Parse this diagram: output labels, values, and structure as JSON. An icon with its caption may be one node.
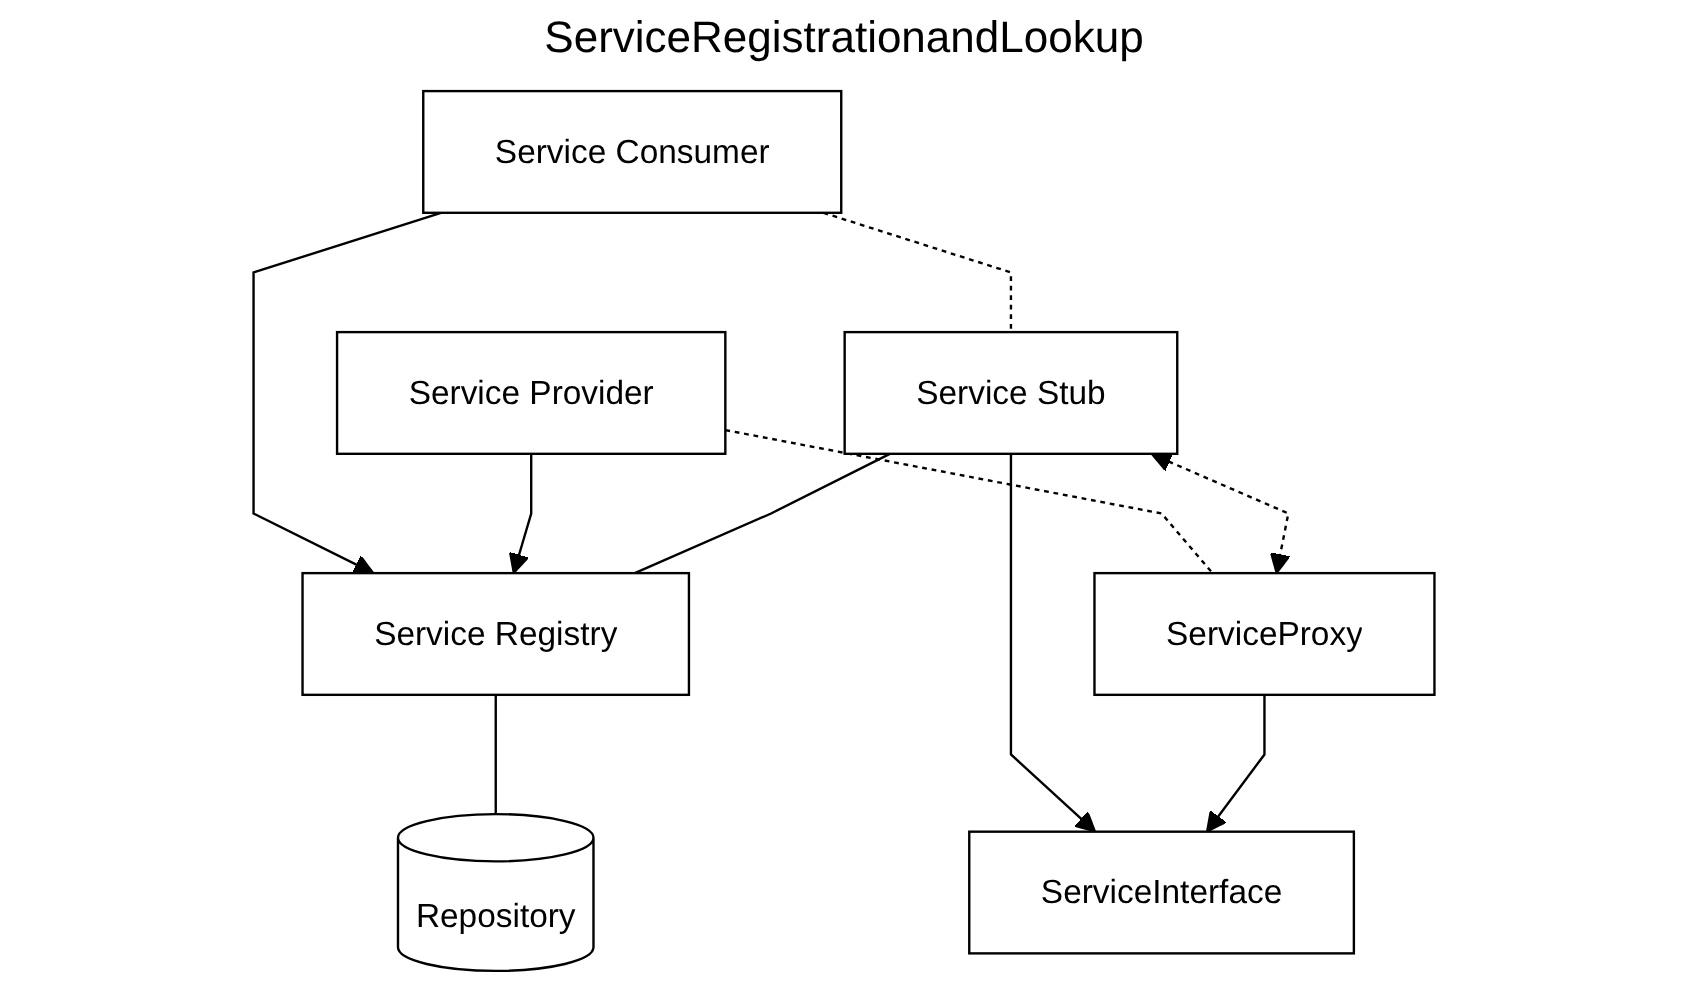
{
  "diagram": {
    "title": "ServiceRegistrationandLookup",
    "nodes": [
      {
        "text": [
          "Service Consumer"
        ]
      },
      {
        "text": [
          "Service Registry"
        ]
      },
      {
        "text": [
          "Service Provider"
        ]
      },
      {
        "text": [
          "Service Stub"
        ]
      },
      {
        "text": [
          "ServiceProxy"
        ]
      },
      {
        "text": [
          "Repository"
        ]
      },
      {
        "text": [
          "ServiceInterface"
        ]
      }
    ],
    "edges": [
      {
        "from": 0,
        "to": 1,
        "arrow": "to"
      },
      {
        "from": 2,
        "to": 1,
        "arrow": "to"
      },
      {
        "from": 0,
        "to": 3,
        "arrow": "none",
        "style": "dashed"
      },
      {
        "from": 2,
        "to": 4,
        "arrow": "none",
        "style": "dashed"
      },
      {
        "from": 3,
        "to": 1,
        "arrow": "none"
      },
      {
        "from": 1,
        "to": 5,
        "arrow": "none"
      },
      {
        "from": 3,
        "to": 4,
        "arrow": "both",
        "style": "dashed"
      },
      {
        "from": 3,
        "to": 6,
        "arrow": "to"
      },
      {
        "from": 4,
        "to": 6,
        "arrow": "to"
      }
    ]
  }
}
